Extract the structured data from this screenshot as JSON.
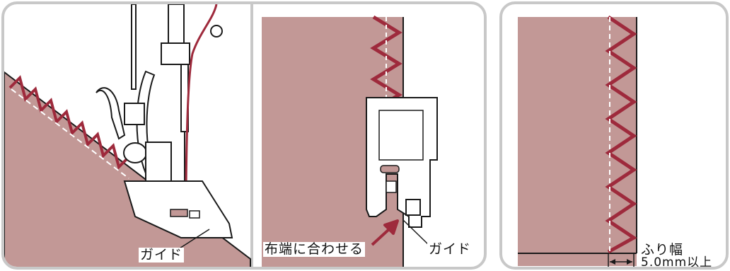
{
  "panels": [
    {
      "id": "sewing-foot-view",
      "labels": {
        "guide": "ガイド"
      }
    },
    {
      "id": "foot-alignment-view",
      "labels": {
        "align_edge": "布端に合わせる",
        "guide": "ガイド"
      }
    },
    {
      "id": "stitch-result-view",
      "labels": {
        "stitch_width": "ふり幅",
        "width_value": "5.0mm以上"
      }
    }
  ],
  "colors": {
    "fabric": "#c29896",
    "stitch": "#9e2a3c",
    "outline": "#1a1a1a",
    "border": "#c8c8c8"
  }
}
